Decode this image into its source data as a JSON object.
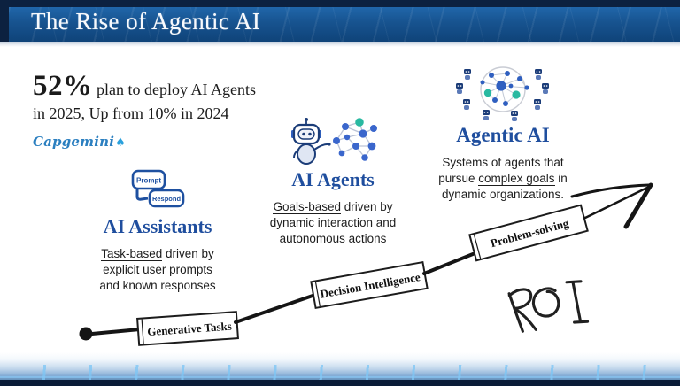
{
  "header": {
    "title": "The Rise of Agentic AI"
  },
  "stat": {
    "value": "52%",
    "line1": " plan to deploy AI Agents",
    "line2": "in 2025, Up from 10% in 2024"
  },
  "logo": {
    "text": "Capgemini",
    "icon": "spade-icon",
    "brand_color": "#2b7fc0"
  },
  "stages": [
    {
      "title": "AI Assistants",
      "icon": "prompt-respond-chat-icon",
      "bubble1": "Prompt",
      "bubble2": "Respond",
      "lines": [
        {
          "pre": "",
          "u": "Task-based",
          "rest": " driven by"
        },
        {
          "pre": "explicit user prompts",
          "u": "",
          "rest": ""
        },
        {
          "pre": "and known responses",
          "u": "",
          "rest": ""
        }
      ]
    },
    {
      "title": "AI Agents",
      "icon": "robot-network-icon",
      "lines": [
        {
          "pre": "",
          "u": "Goals-based",
          "rest": " driven by"
        },
        {
          "pre": "dynamic interaction and",
          "u": "",
          "rest": ""
        },
        {
          "pre": "autonomous actions",
          "u": "",
          "rest": ""
        }
      ]
    },
    {
      "title": "Agentic AI",
      "icon": "agent-network-icon",
      "lines": [
        {
          "pre": "Systems of agents that",
          "u": "",
          "rest": ""
        },
        {
          "pre": "pursue ",
          "u": "complex goals",
          "rest": " in"
        },
        {
          "pre": "dynamic organizations.",
          "u": "",
          "rest": ""
        }
      ]
    }
  ],
  "curve": {
    "labels": [
      "Generative Tasks",
      "Decision Intelligence",
      "Problem-solving"
    ],
    "roi_label": "ROI"
  },
  "colors": {
    "header_navy": "#0c2140",
    "band_blue": "#17538f",
    "title_blue": "#1f4e9e",
    "node_blue": "#3a66cc",
    "robot_navy": "#1b3c78",
    "teal": "#29b9a1",
    "footer_blue": "#49779f"
  }
}
